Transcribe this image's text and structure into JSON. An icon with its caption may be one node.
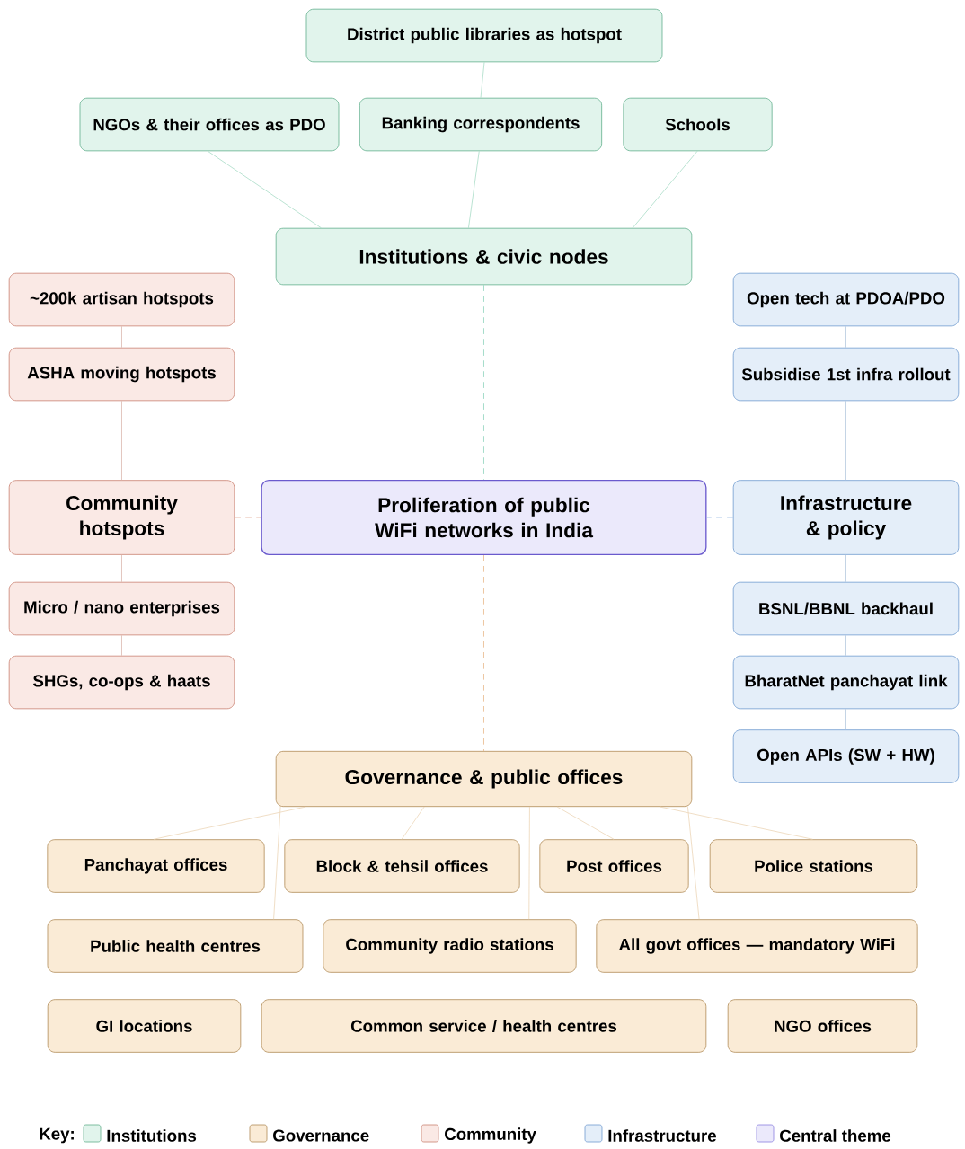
{
  "diagram": {
    "nodes": [
      {
        "text": [
          "District public libraries as hotspot"
        ]
      },
      {
        "text": [
          "NGOs & their offices as PDO"
        ]
      },
      {
        "text": [
          "Banking correspondents"
        ]
      },
      {
        "text": [
          "Schools"
        ]
      },
      {
        "text": [
          "Institutions & civic nodes"
        ]
      },
      {
        "text": [
          "~200k artisan hotspots"
        ]
      },
      {
        "text": [
          "Open tech at PDOA/PDO"
        ]
      },
      {
        "text": [
          "ASHA moving hotspots"
        ]
      },
      {
        "text": [
          "Subsidise 1st infra rollout"
        ]
      },
      {
        "text": [
          "Community hotspots"
        ]
      },
      {
        "text": [
          "Proliferation of public WiFi networks in India"
        ]
      },
      {
        "text": [
          "Infrastructure & policy"
        ]
      },
      {
        "text": [
          "Micro / nano enterprises"
        ]
      },
      {
        "text": [
          "BSNL/BBNL backhaul"
        ]
      },
      {
        "text": [
          "SHGs, co-ops & haats"
        ]
      },
      {
        "text": [
          "BharatNet panchayat link"
        ]
      },
      {
        "text": [
          "Open APIs (SW + HW)"
        ]
      },
      {
        "text": [
          "Governance & public offices"
        ]
      },
      {
        "text": [
          "Panchayat offices"
        ]
      },
      {
        "text": [
          "Block & tehsil offices"
        ]
      },
      {
        "text": [
          "Post offices"
        ]
      },
      {
        "text": [
          "Police stations"
        ]
      },
      {
        "text": [
          "Public health centres"
        ]
      },
      {
        "text": [
          "Community radio stations"
        ]
      },
      {
        "text": [
          "All govt offices — mandatory WiFi"
        ]
      },
      {
        "text": [
          "GI locations"
        ]
      },
      {
        "text": [
          "Common service / health centres"
        ]
      },
      {
        "text": [
          "NGO offices"
        ]
      }
    ],
    "edges": [
      {
        "from": 0,
        "to": 2,
        "arrow": "none",
        "color": "#a8dcc6"
      },
      {
        "from": 1,
        "to": 4,
        "arrow": "none",
        "color": "#a8dcc6"
      },
      {
        "from": 2,
        "to": 4,
        "arrow": "none",
        "color": "#a8dcc6"
      },
      {
        "from": 3,
        "to": 4,
        "arrow": "none",
        "color": "#a8dcc6"
      },
      {
        "from": 4,
        "to": 10,
        "arrow": "none",
        "style": "dashed",
        "color": "#8fd3bd"
      },
      {
        "from": 5,
        "to": 7,
        "arrow": "none",
        "color": "#dcb8ae"
      },
      {
        "from": 7,
        "to": 9,
        "arrow": "none",
        "color": "#dcb8ae"
      },
      {
        "from": 9,
        "to": 12,
        "arrow": "none",
        "color": "#dcb8ae"
      },
      {
        "from": 12,
        "to": 14,
        "arrow": "none",
        "color": "#dcb8ae"
      },
      {
        "from": 9,
        "to": 10,
        "arrow": "none",
        "style": "dashed",
        "color": "#e2aa98"
      },
      {
        "from": 6,
        "to": 8,
        "arrow": "none",
        "color": "#b4c8de"
      },
      {
        "from": 8,
        "to": 11,
        "arrow": "none",
        "color": "#b4c8de"
      },
      {
        "from": 11,
        "to": 13,
        "arrow": "none",
        "color": "#b4c8de"
      },
      {
        "from": 13,
        "to": 15,
        "arrow": "none",
        "color": "#b4c8de"
      },
      {
        "from": 15,
        "to": 16,
        "arrow": "none",
        "color": "#b4c8de"
      },
      {
        "from": 11,
        "to": 10,
        "arrow": "none",
        "style": "dashed",
        "color": "#9dbbe3"
      },
      {
        "from": 10,
        "to": 17,
        "arrow": "none",
        "style": "dashed",
        "color": "#e8b88a"
      },
      {
        "from": 17,
        "to": 18,
        "arrow": "none",
        "color": "#ecd5b8"
      },
      {
        "from": 17,
        "to": 22,
        "arrow": "none",
        "color": "#ecd5b8"
      },
      {
        "from": 17,
        "to": 19,
        "arrow": "none",
        "color": "#ecd5b8"
      },
      {
        "from": 17,
        "to": 23,
        "arrow": "none",
        "color": "#ecd5b8"
      },
      {
        "from": 17,
        "to": 20,
        "arrow": "none",
        "color": "#ecd5b8"
      },
      {
        "from": 17,
        "to": 24,
        "arrow": "none",
        "color": "#ecd5b8"
      },
      {
        "from": 17,
        "to": 21,
        "arrow": "none",
        "color": "#ecd5b8"
      }
    ],
    "labels": [
      "Key:"
    ],
    "legend": [
      {
        "text": "Institutions",
        "color": "#e1f4ec"
      },
      {
        "text": "Governance",
        "color": "#faebd6"
      },
      {
        "text": "Community",
        "color": "#fae9e5"
      },
      {
        "text": "Infrastructure",
        "color": "#e4eef9"
      },
      {
        "text": "Central theme",
        "color": "#ebe9fb"
      }
    ]
  }
}
